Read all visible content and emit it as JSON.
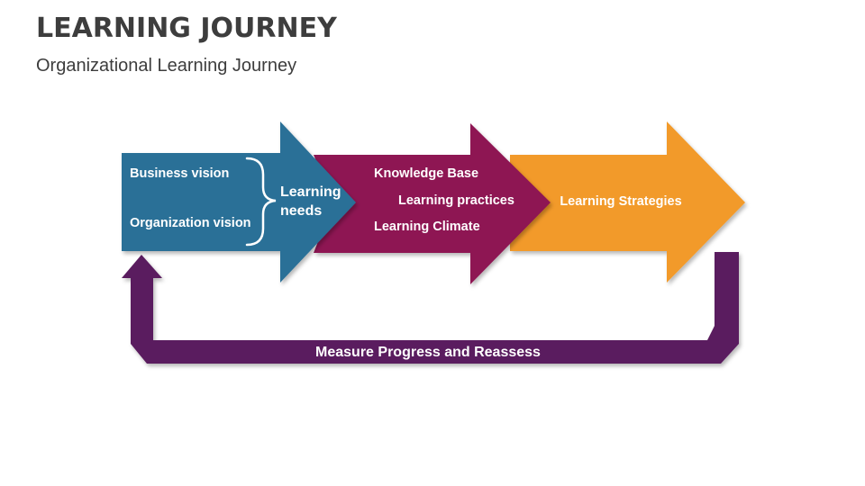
{
  "header": {
    "title": "LEARNING JOURNEY",
    "subtitle": "Organizational Learning Journey"
  },
  "stages": [
    {
      "name": "stage-1",
      "color": "#2a6f97",
      "items": [
        "Business vision",
        "Organization vision"
      ],
      "result_line1": "Learning",
      "result_line2": "needs"
    },
    {
      "name": "stage-2",
      "color": "#8e1452",
      "items": [
        "Knowledge Base",
        "Learning practices",
        "Learning Climate"
      ]
    },
    {
      "name": "stage-3",
      "color": "#f29a2a",
      "label": "Learning Strategies"
    }
  ],
  "feedback": {
    "label": "Measure Progress and Reassess",
    "color": "#5a1a5e"
  }
}
